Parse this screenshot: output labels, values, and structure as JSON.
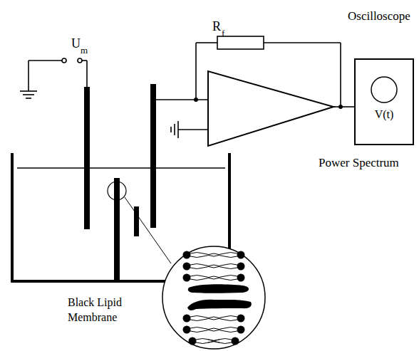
{
  "diagram": {
    "nodes": [
      {
        "text": [
          "V(t)"
        ]
      }
    ],
    "labels": [
      "U",
      "m",
      "R",
      "f",
      "Oscilloscope",
      "Power Spectrum",
      "Black Lipid Membrane"
    ]
  }
}
